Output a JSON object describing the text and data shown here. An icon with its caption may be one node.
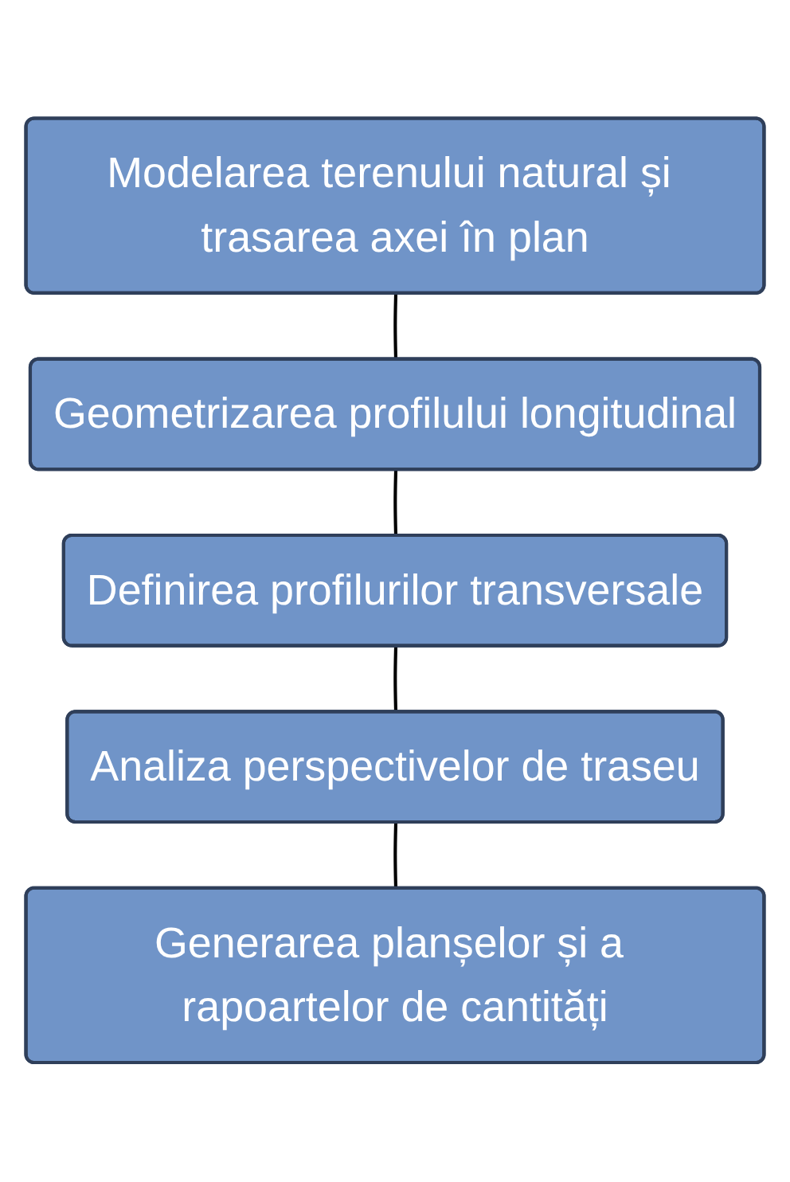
{
  "diagram": {
    "nodes": [
      {
        "text": [
          "Modelarea terenului natural și trasarea axei în plan"
        ]
      },
      {
        "text": [
          "Geometrizarea profilului longitudinal"
        ]
      },
      {
        "text": [
          "Definirea profilurilor transversale"
        ]
      },
      {
        "text": [
          "Analiza perspectivelor de traseu"
        ]
      },
      {
        "text": [
          "Generarea planșelor și a rapoartelor de cantități"
        ]
      }
    ],
    "edges": [
      {
        "from": 0,
        "to": 1,
        "arrow": "none"
      },
      {
        "from": 1,
        "to": 2,
        "arrow": "none"
      },
      {
        "from": 2,
        "to": 3,
        "arrow": "none"
      },
      {
        "from": 3,
        "to": 4,
        "arrow": "none"
      }
    ]
  }
}
